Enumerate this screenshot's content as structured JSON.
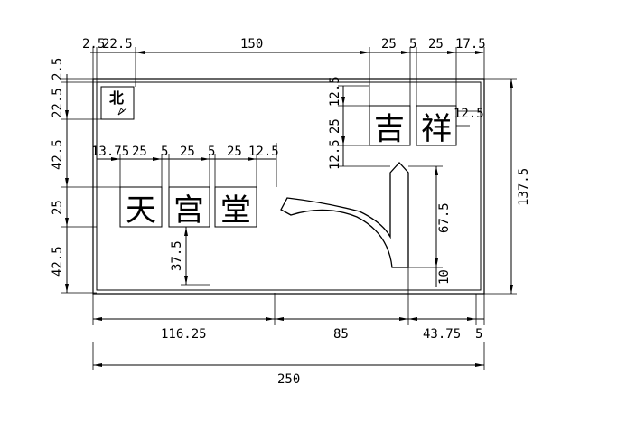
{
  "diagram": {
    "north_label": "北",
    "place_names_left": [
      "天",
      "宫",
      "堂"
    ],
    "place_names_right": [
      "吉",
      "祥"
    ],
    "dimensions": {
      "top_2_5": "2.5",
      "top_22_5": "22.5",
      "top_150": "150",
      "top_25a": "25",
      "top_5": "5",
      "top_25b": "25",
      "top_17_5": "17.5",
      "left_2_5": "2.5",
      "left_22_5": "22.5",
      "left_42_5a": "42.5",
      "left_25": "25",
      "left_42_5b": "42.5",
      "chars_13_75": "13.75",
      "chars_25a": "25",
      "chars_5a": "5",
      "chars_25b": "25",
      "chars_5b": "5",
      "chars_25c": "25",
      "chars_12_5": "12.5",
      "right_12_5a": "12.5",
      "right_25": "25",
      "right_12_5b": "12.5",
      "right_12_5_side": "12.5",
      "inner_37_5": "37.5",
      "inner_67_5": "67.5",
      "inner_10": "10",
      "outer_137_5": "137.5",
      "bottom_116_25": "116.25",
      "bottom_85": "85",
      "bottom_43_75": "43.75",
      "bottom_5": "5",
      "overall_250": "250"
    }
  }
}
